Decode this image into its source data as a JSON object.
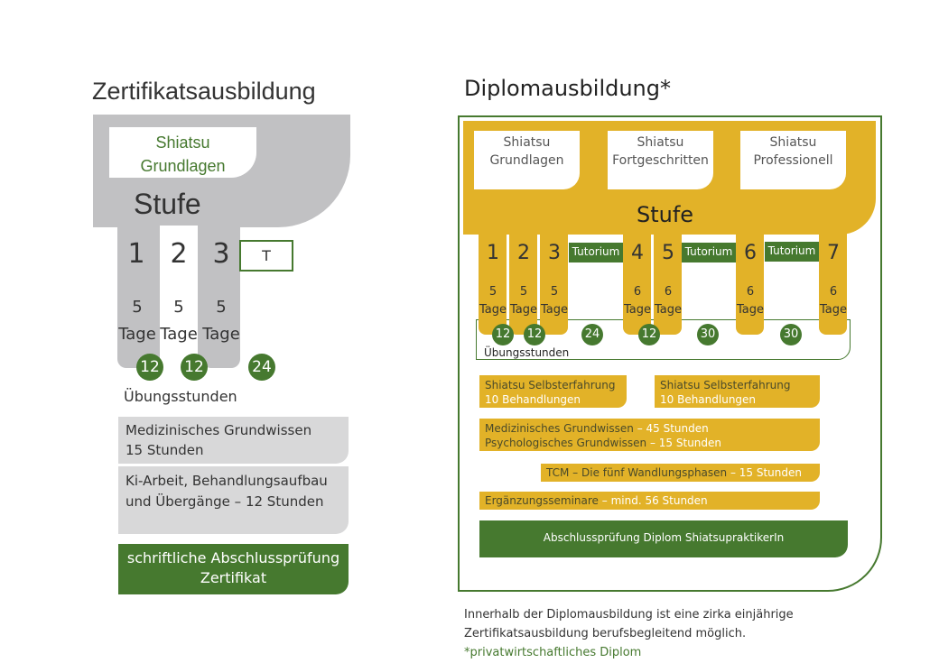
{
  "left": {
    "title": "Zertifikatsausbildung",
    "box_label": "Shiatsu Grundlagen",
    "stufe": "Stufe",
    "levels": [
      "1",
      "2",
      "3"
    ],
    "t_label": "T",
    "days": [
      {
        "n": "5",
        "unit": "Tage"
      },
      {
        "n": "5",
        "unit": "Tage"
      },
      {
        "n": "5",
        "unit": "Tage"
      }
    ],
    "hours": [
      "12",
      "12",
      "24"
    ],
    "hours_label": "Übungsstunden",
    "block1": {
      "line1": "Medizinisches Grundwissen",
      "line2": "15 Stunden"
    },
    "block2": {
      "line1": "Ki-Arbeit, Behandlungsaufbau",
      "line2": "und Übergänge – 12 Stunden"
    },
    "exam": {
      "line1": "schriftliche Abschlussprüfung",
      "line2": "Zertifikat"
    }
  },
  "right": {
    "title": "Diplomausbildung*",
    "tabs": [
      {
        "line1": "Shiatsu",
        "line2": "Grundlagen"
      },
      {
        "line1": "Shiatsu",
        "line2": "Fortgeschritten"
      },
      {
        "line1": "Shiatsu",
        "line2": "Professionell"
      }
    ],
    "stufe": "Stufe",
    "levels": [
      "1",
      "2",
      "3",
      "4",
      "5",
      "6",
      "7"
    ],
    "tutorium": [
      "Tutorium",
      "Tutorium",
      "Tutorium"
    ],
    "days": [
      "5",
      "5",
      "5",
      "6",
      "6",
      "6",
      "6"
    ],
    "days_unit": "Tage",
    "hours": [
      "12",
      "12",
      "24",
      "12",
      "30",
      "30"
    ],
    "hours_label": "Übungsstunden",
    "self1": {
      "line1": "Shiatsu Selbsterfahrung",
      "line2": "10 Behandlungen"
    },
    "self2": {
      "line1": "Shiatsu Selbsterfahrung",
      "line2": "10 Behandlungen"
    },
    "med": {
      "a": "Medizinisches Grundwissen",
      "b": " – 45 Stunden"
    },
    "psy": {
      "a": "Psychologisches Grundwissen",
      "b": " – 15 Stunden"
    },
    "tcm": {
      "a": "TCM – Die fünf Wandlungsphasen",
      "b": " – 15 Stunden"
    },
    "erg": {
      "a": "Ergänzungsseminare",
      "b": " – mind. 56 Stunden"
    },
    "exam": "Abschlussprüfung Diplom ShiatsupraktikerIn"
  },
  "footer": {
    "line1": "Innerhalb der Diplomausbildung ist eine zirka einjährige",
    "line2": "Zertifikatsausbildung berufsbegleitend möglich.",
    "note": "*privatwirtschaftliches Diplom"
  },
  "colors": {
    "gold": "#e2b228",
    "green": "#46792f",
    "gray": "#c1c1c3",
    "light_gray": "#d8d8d9"
  }
}
